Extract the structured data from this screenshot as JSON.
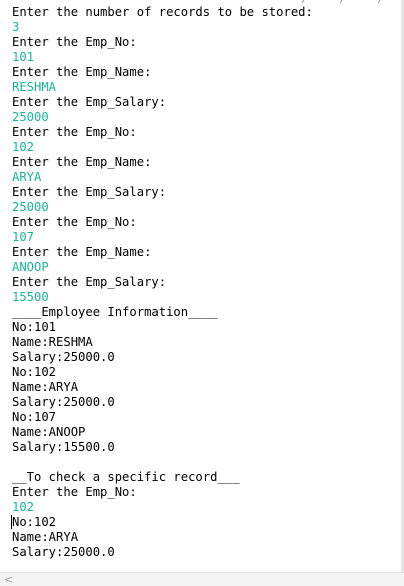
{
  "console": {
    "lines": [
      {
        "text": "Enter the number of records to be stored:",
        "kind": "output"
      },
      {
        "text": "3",
        "kind": "input"
      },
      {
        "text": "Enter the Emp_No:",
        "kind": "output"
      },
      {
        "text": "101",
        "kind": "input"
      },
      {
        "text": "Enter the Emp_Name:",
        "kind": "output"
      },
      {
        "text": "RESHMA",
        "kind": "input"
      },
      {
        "text": "Enter the Emp_Salary:",
        "kind": "output"
      },
      {
        "text": "25000",
        "kind": "input"
      },
      {
        "text": "Enter the Emp_No:",
        "kind": "output"
      },
      {
        "text": "102",
        "kind": "input"
      },
      {
        "text": "Enter the Emp_Name:",
        "kind": "output"
      },
      {
        "text": "ARYA",
        "kind": "input"
      },
      {
        "text": "Enter the Emp_Salary:",
        "kind": "output"
      },
      {
        "text": "25000",
        "kind": "input"
      },
      {
        "text": "Enter the Emp_No:",
        "kind": "output"
      },
      {
        "text": "107",
        "kind": "input"
      },
      {
        "text": "Enter the Emp_Name:",
        "kind": "output"
      },
      {
        "text": "ANOOP",
        "kind": "input"
      },
      {
        "text": "Enter the Emp_Salary:",
        "kind": "output"
      },
      {
        "text": "15500",
        "kind": "input"
      },
      {
        "text": "____Employee Information____",
        "kind": "output"
      },
      {
        "text": "No:101",
        "kind": "output"
      },
      {
        "text": "Name:RESHMA",
        "kind": "output"
      },
      {
        "text": "Salary:25000.0",
        "kind": "output"
      },
      {
        "text": "No:102",
        "kind": "output"
      },
      {
        "text": "Name:ARYA",
        "kind": "output"
      },
      {
        "text": "Salary:25000.0",
        "kind": "output"
      },
      {
        "text": "No:107",
        "kind": "output"
      },
      {
        "text": "Name:ANOOP",
        "kind": "output"
      },
      {
        "text": "Salary:15500.0",
        "kind": "output"
      },
      {
        "text": "",
        "kind": "output"
      },
      {
        "text": "__To check a specific record___",
        "kind": "output"
      },
      {
        "text": "Enter the Emp_No:",
        "kind": "output"
      },
      {
        "text": "102",
        "kind": "input"
      },
      {
        "text": "No:102",
        "kind": "output"
      },
      {
        "text": "Name:ARYA",
        "kind": "output"
      },
      {
        "text": "Salary:25000.0",
        "kind": "output"
      }
    ],
    "caret_line_index": 34
  },
  "scrollbar": {
    "left_arrow_icon": "chevron-left-icon",
    "left_arrow_glyph": "<"
  },
  "colors": {
    "output_text": "#000000",
    "input_text": "#18b59a",
    "background": "#ffffff"
  }
}
